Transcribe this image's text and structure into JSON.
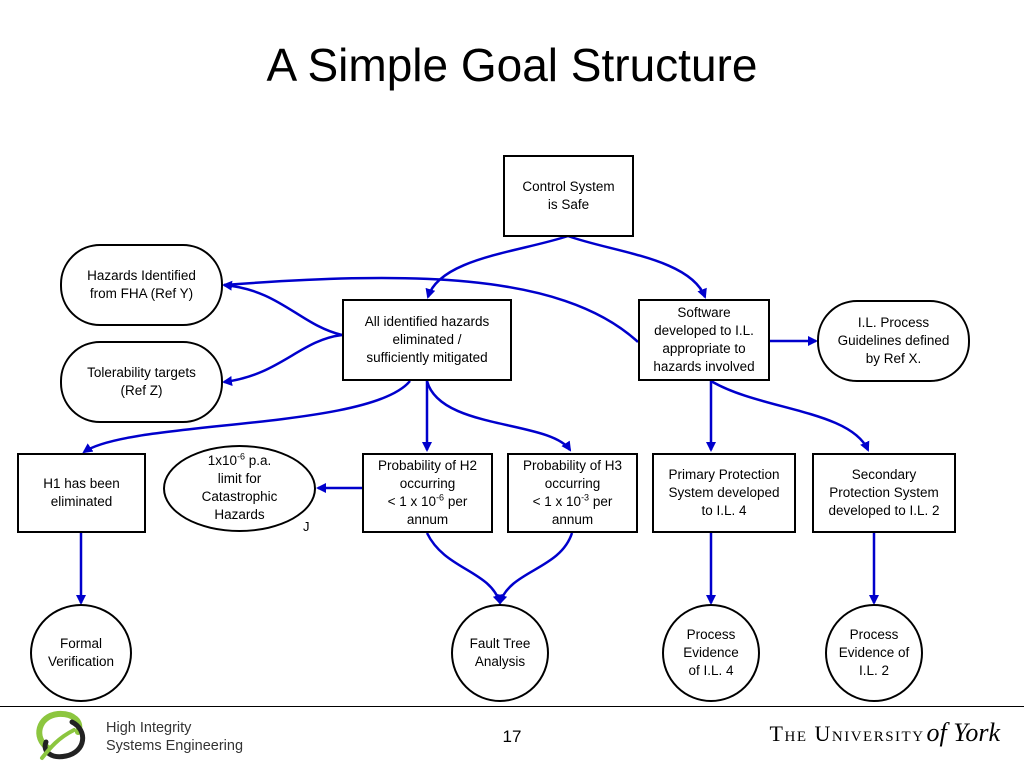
{
  "title": "A Simple Goal Structure",
  "colors": {
    "arrow": "#0000cc",
    "border": "#000000"
  },
  "nodes": {
    "g_root": [
      "Control System",
      "is Safe"
    ],
    "c_fha": [
      "Hazards Identified",
      "from FHA (Ref Y)"
    ],
    "c_tol": [
      "Tolerability targets",
      "(Ref Z)"
    ],
    "g_hazards": [
      "All identified hazards",
      "eliminated /",
      "sufficiently mitigated"
    ],
    "g_software": [
      "Software",
      "developed to I.L.",
      "appropriate to",
      "hazards involved"
    ],
    "c_ilprocess": [
      "I.L. Process",
      "Guidelines defined",
      "by Ref X."
    ],
    "g_h1": [
      "H1 has been",
      "eliminated"
    ],
    "j_limit": {
      "line1_base": "1x10",
      "line1_exp": "-6",
      "line1_tail": " p.a.",
      "line2": "limit for",
      "line3": "Catastrophic",
      "line4": "Hazards"
    },
    "j_label": "J",
    "g_h2": {
      "line1": "Probability of H2",
      "line2": "occurring",
      "line3_base": "< 1 x 10",
      "line3_exp": "-6",
      "line3_tail": " per",
      "line4": "annum"
    },
    "g_h3": {
      "line1": "Probability of H3",
      "line2": "occurring",
      "line3_base": "< 1 x 10",
      "line3_exp": "-3",
      "line3_tail": " per",
      "line4": "annum"
    },
    "g_primary": [
      "Primary Protection",
      "System developed",
      "to I.L. 4"
    ],
    "g_secondary": [
      "Secondary",
      "Protection System",
      "developed to I.L. 2"
    ],
    "s_formal": [
      "Formal",
      "Verification"
    ],
    "s_fta": [
      "Fault Tree",
      "Analysis"
    ],
    "s_pe4": [
      "Process",
      "Evidence",
      "of I.L. 4"
    ],
    "s_pe2": [
      "Process",
      "Evidence of",
      "I.L. 2"
    ]
  },
  "footer": {
    "page_number": "17",
    "left_logo": [
      "High Integrity",
      "Systems Engineering"
    ],
    "right_logo": {
      "text": "The University",
      "script": "of York"
    }
  }
}
